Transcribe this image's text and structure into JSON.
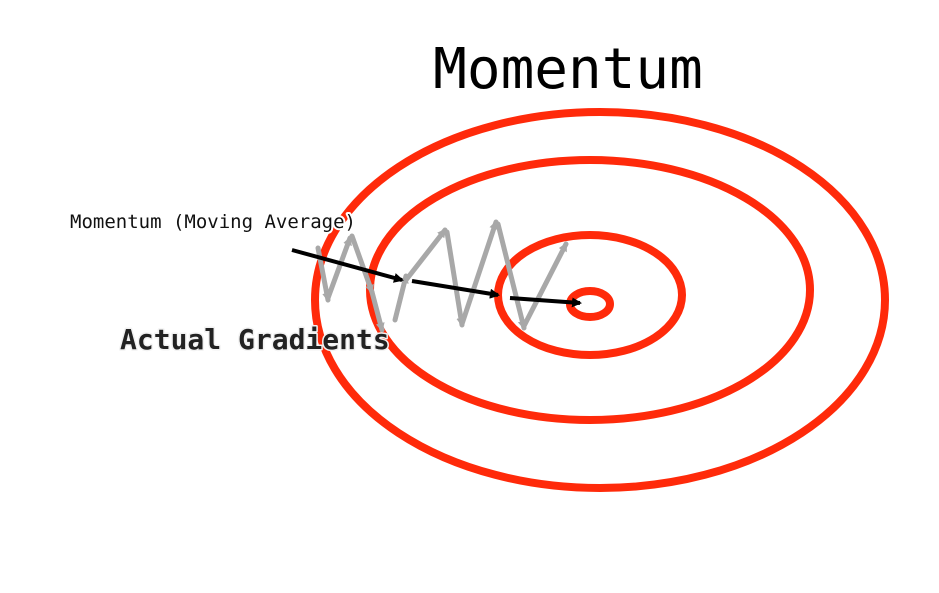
{
  "title": "Momentum",
  "labels": {
    "momentum_moving_average": "Momentum (Moving Average)",
    "actual_gradients": "Actual Gradients"
  },
  "colors": {
    "ring": "#ff2a0a",
    "momentum_arrow": "#000000",
    "gradient_arrow": "#a8a8a8"
  }
}
